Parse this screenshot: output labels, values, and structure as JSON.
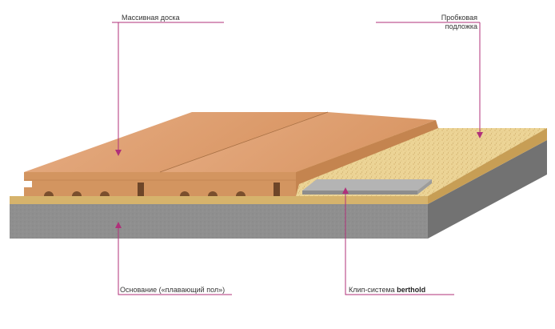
{
  "labels": {
    "solid_board": "Массивная доска",
    "cork_underlay_line1": "Пробковая",
    "cork_underlay_line2": "подложка",
    "base": "Основание («плавающий пол»)",
    "clip_system_prefix": "Клип-система ",
    "clip_system_brand": "berthold"
  },
  "colors": {
    "leader": "#b0307a",
    "wood_top": "#e2a478",
    "wood_side": "#d0925f",
    "cork": "#e8cf8a",
    "concrete": "#8e8e8e",
    "concrete_side": "#6f6f6f",
    "clip": "#a9a9a9"
  }
}
